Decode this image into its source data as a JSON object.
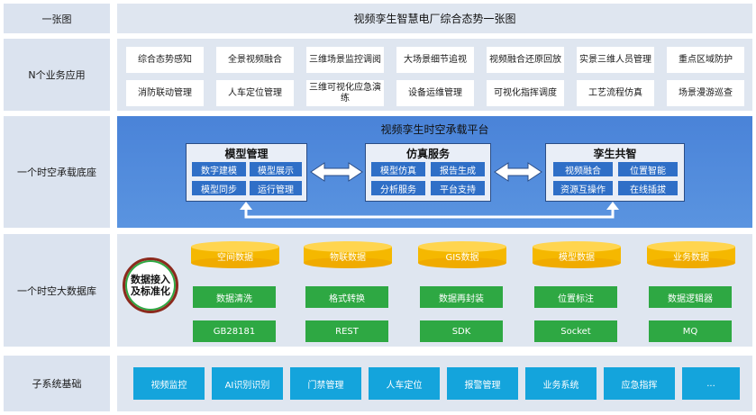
{
  "rows": {
    "one_map": {
      "label": "一张图",
      "title": "视频孪生智慧电厂综合态势一张图"
    },
    "n_apps": {
      "label": "N个业务应用",
      "items": [
        "综合态势感知",
        "全景视频融合",
        "三维场景监控调阅",
        "大场景细节追视",
        "视频融合还原回放",
        "实景三维人员管理",
        "重点区域防护",
        "消防联动管理",
        "人车定位管理",
        "三维可视化应急演练",
        "设备运维管理",
        "可视化指挥调度",
        "工艺流程仿真",
        "场景漫游巡查"
      ]
    },
    "platform": {
      "label": "一个时空承载底座",
      "title": "视频孪生时空承载平台",
      "groups": [
        {
          "title": "模型管理",
          "cells": [
            "数字建模",
            "模型展示",
            "模型同步",
            "运行管理"
          ]
        },
        {
          "title": "仿真服务",
          "cells": [
            "模型仿真",
            "报告生成",
            "分析服务",
            "平台支持"
          ]
        },
        {
          "title": "孪生共智",
          "cells": [
            "视频融合",
            "位置智能",
            "资源互操作",
            "在线插拔"
          ]
        }
      ]
    },
    "database": {
      "label": "一个时空大数据库",
      "circle": "数据接入及标准化",
      "columns": [
        {
          "top": "空间数据",
          "mid": "数据清洗",
          "bot": "GB28181"
        },
        {
          "top": "物联数据",
          "mid": "格式转换",
          "bot": "REST"
        },
        {
          "top": "GIS数据",
          "mid": "数据再封装",
          "bot": "SDK"
        },
        {
          "top": "模型数据",
          "mid": "位置标注",
          "bot": "Socket"
        },
        {
          "top": "业务数据",
          "mid": "数据逻辑器",
          "bot": "MQ"
        }
      ]
    },
    "subsystems": {
      "label": "子系统基础",
      "items": [
        "视频监控",
        "AI识别识别",
        "门禁管理",
        "人车定位",
        "报警管理",
        "业务系统",
        "应急指挥",
        "..."
      ]
    }
  },
  "colors": {
    "label_bg": "#dbe3ef",
    "platform_blue": "#4a83d8",
    "cell_blue": "#2f6fc7",
    "cylinder_gold": "#f5b800",
    "green": "#2ea843",
    "subsystem_blue": "#14a4dc"
  }
}
